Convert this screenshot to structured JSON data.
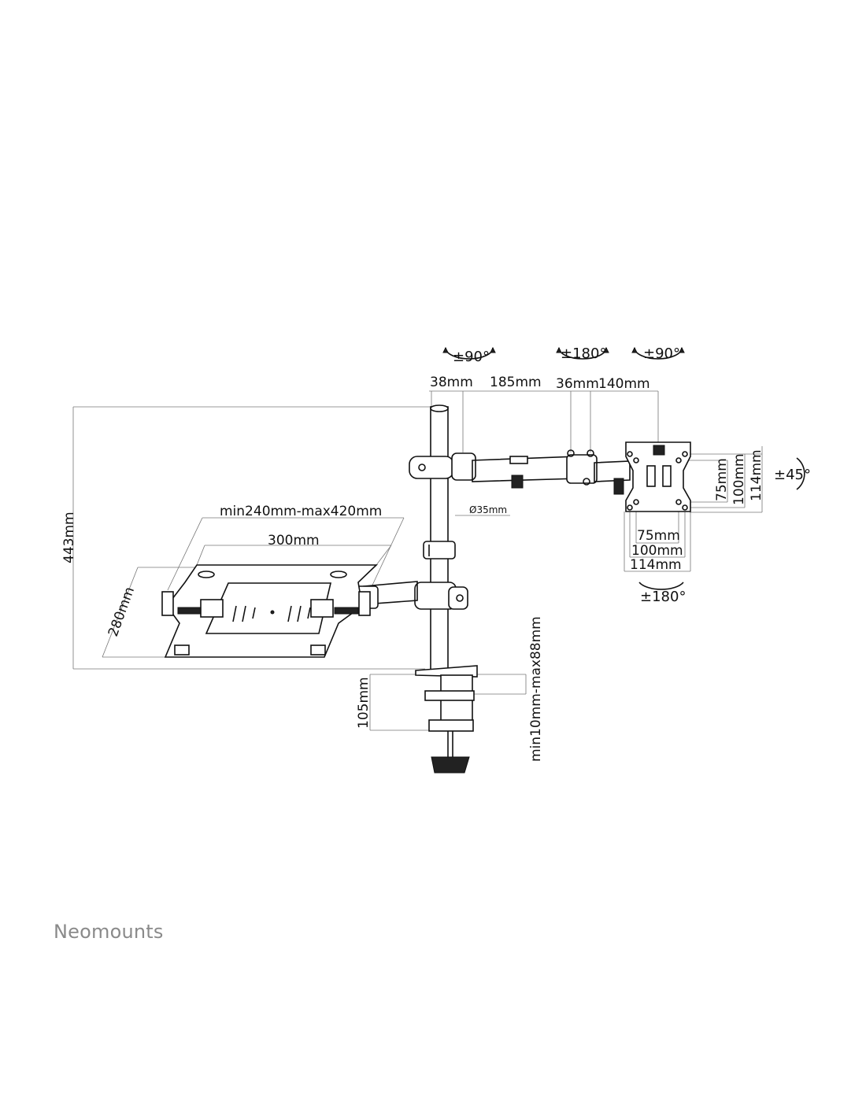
{
  "brand": "Neomounts",
  "rotations": {
    "arm_joint": "±90°",
    "elbow": "±180°",
    "head_tilt": "±90°",
    "swivel": "±45°",
    "rotation": "±180°"
  },
  "dimensions": {
    "pole_offset": "38mm",
    "arm1": "185mm",
    "joint": "36mm",
    "arm2": "140mm",
    "pole_diameter": "Ø35mm",
    "height": "443mm",
    "tray_range": "min240mm-max420mm",
    "tray_width": "300mm",
    "tray_depth": "280mm",
    "clamp_depth": "105mm",
    "desk_thickness": "min10mm-max88mm",
    "vesa_v1": "75mm",
    "vesa_v2": "100mm",
    "vesa_v3": "114mm",
    "vesa_h1": "75mm",
    "vesa_h2": "100mm",
    "vesa_h3": "114mm"
  }
}
